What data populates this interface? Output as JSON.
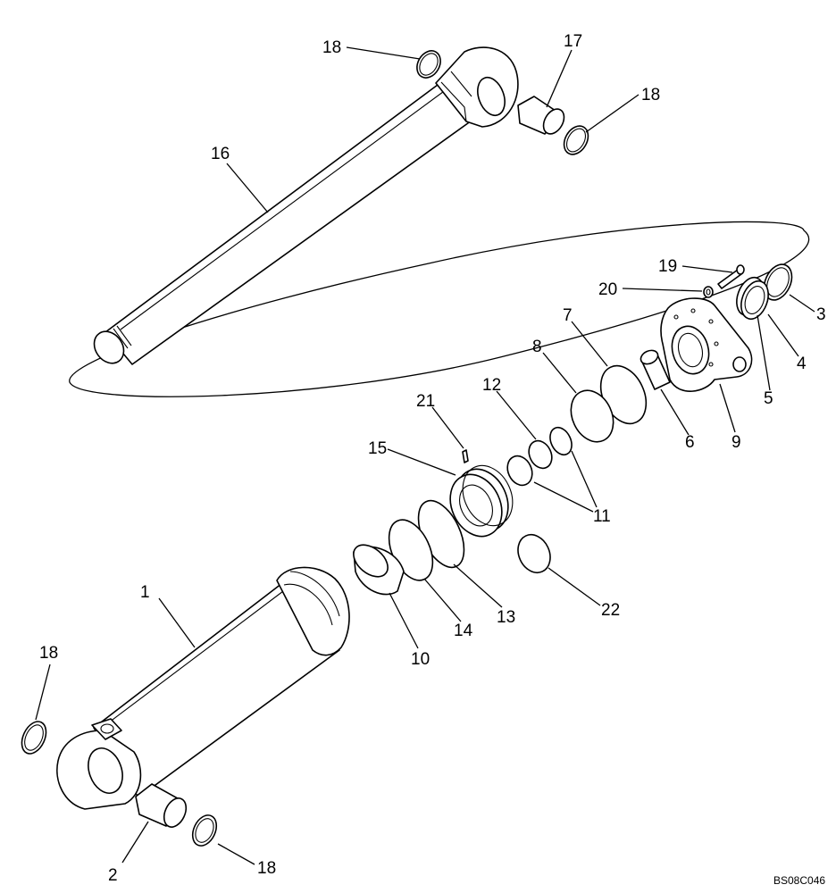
{
  "diagram": {
    "callouts": {
      "c1": "1",
      "c2": "2",
      "c3": "3",
      "c4": "4",
      "c5": "5",
      "c6": "6",
      "c7": "7",
      "c8": "8",
      "c9": "9",
      "c10": "10",
      "c11": "11",
      "c12": "12",
      "c13": "13",
      "c14": "14",
      "c15": "15",
      "c16": "16",
      "c17": "17",
      "c18_top": "18",
      "c18_right": "18",
      "c18_left": "18",
      "c18_bottom": "18",
      "c19": "19",
      "c20": "20",
      "c21": "21",
      "c22": "22"
    },
    "drawing_code": "BS08C046"
  }
}
